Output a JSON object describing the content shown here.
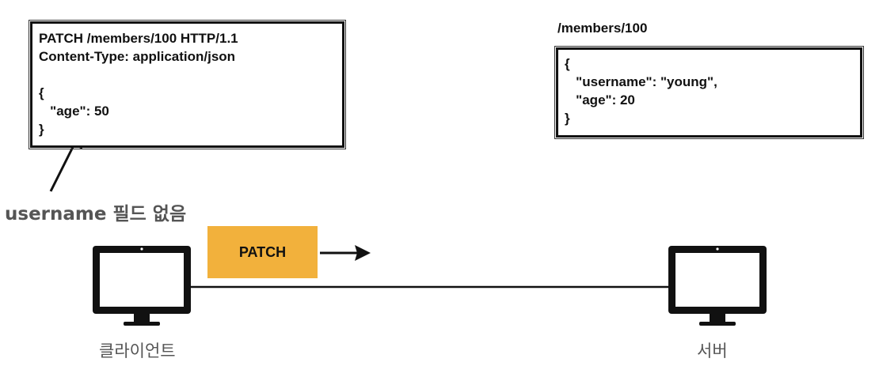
{
  "request": {
    "lines": [
      "PATCH /members/100 HTTP/1.1",
      "Content-Type: application/json",
      "",
      "{",
      "   \"age\": 50",
      "}"
    ]
  },
  "resource": {
    "path": "/members/100",
    "lines": [
      "{",
      "   \"username\": \"young\",",
      "   \"age\": 20",
      "}"
    ]
  },
  "annotation": "username 필드 없음",
  "method_badge": {
    "label": "PATCH",
    "color": "#f2b13c"
  },
  "client": {
    "label": "클라이언트",
    "icon": "monitor-icon"
  },
  "server": {
    "label": "서버",
    "icon": "monitor-icon"
  }
}
